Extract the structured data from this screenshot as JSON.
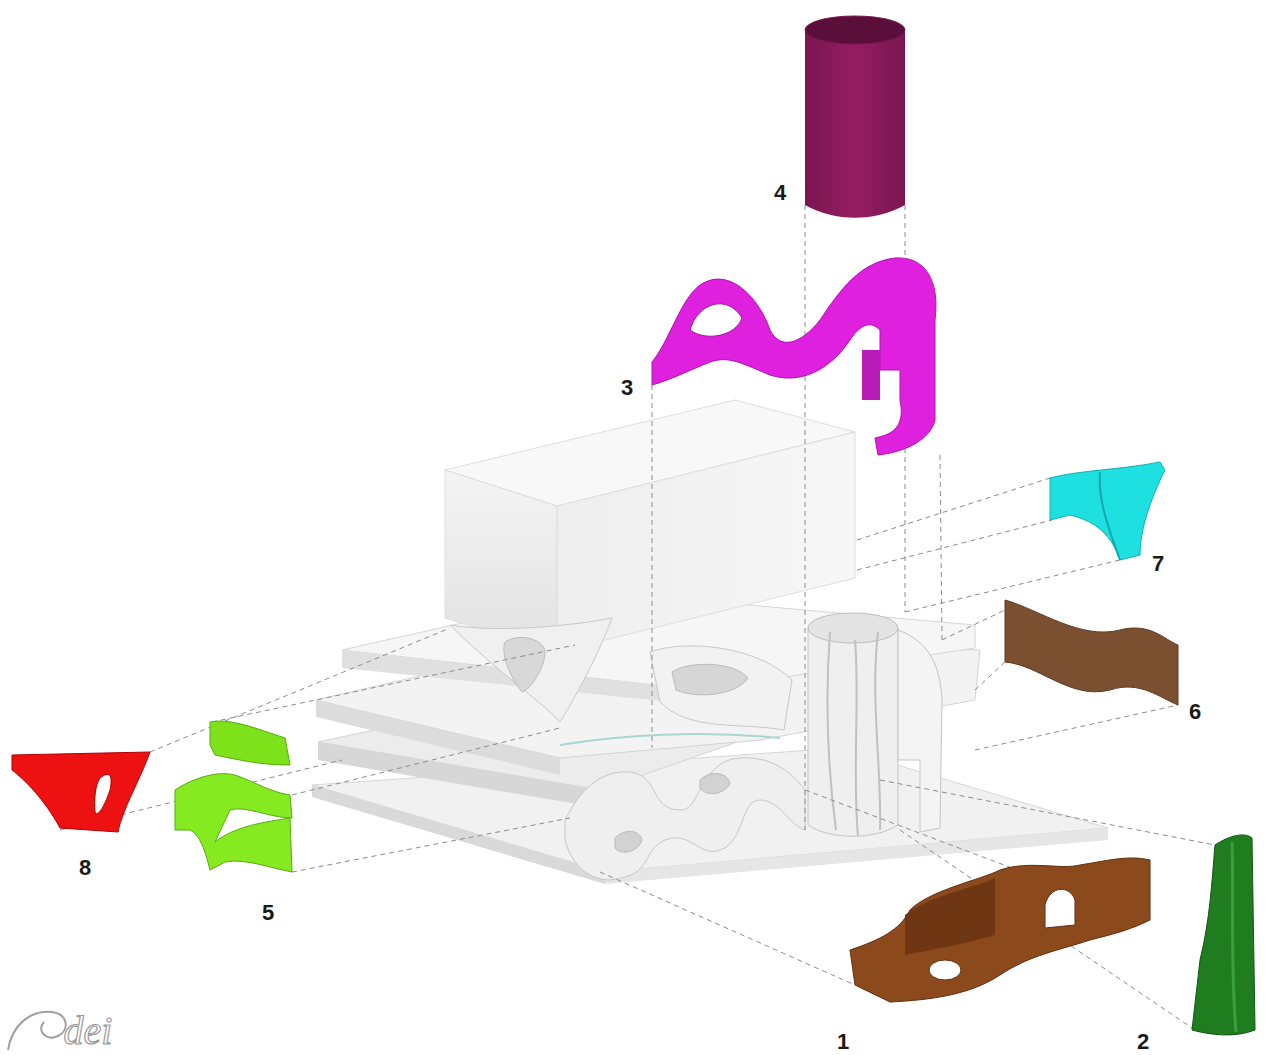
{
  "diagram": {
    "labels": [
      "4",
      "3",
      "7",
      "6",
      "8",
      "5",
      "1",
      "2",
      "dei"
    ]
  }
}
